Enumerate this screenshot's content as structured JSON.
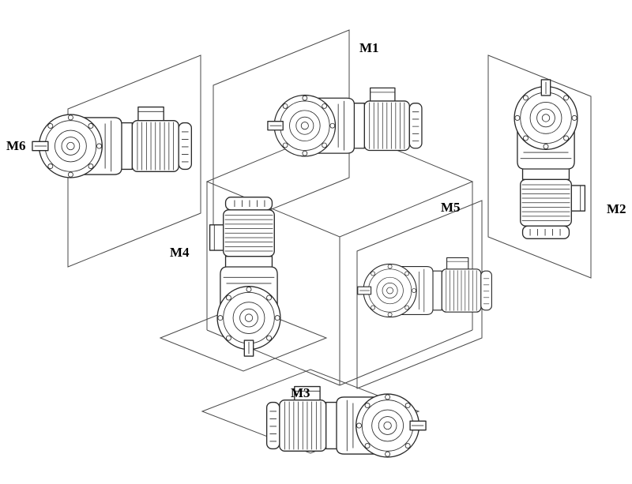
{
  "figure": {
    "type": "gearmotor-mounting-position-diagram",
    "description": "Six gearmotor mounting orientations arranged around a reference cube",
    "colors": {
      "line": "#2a2a2a",
      "plane_line": "#4a4a4a",
      "background": "#ffffff",
      "label": "#000000"
    },
    "positions": [
      {
        "id": "M1",
        "label": "M1"
      },
      {
        "id": "M2",
        "label": "M2"
      },
      {
        "id": "M3",
        "label": "M3"
      },
      {
        "id": "M4",
        "label": "M4"
      },
      {
        "id": "M5",
        "label": "M5"
      },
      {
        "id": "M6",
        "label": "M6"
      }
    ]
  }
}
